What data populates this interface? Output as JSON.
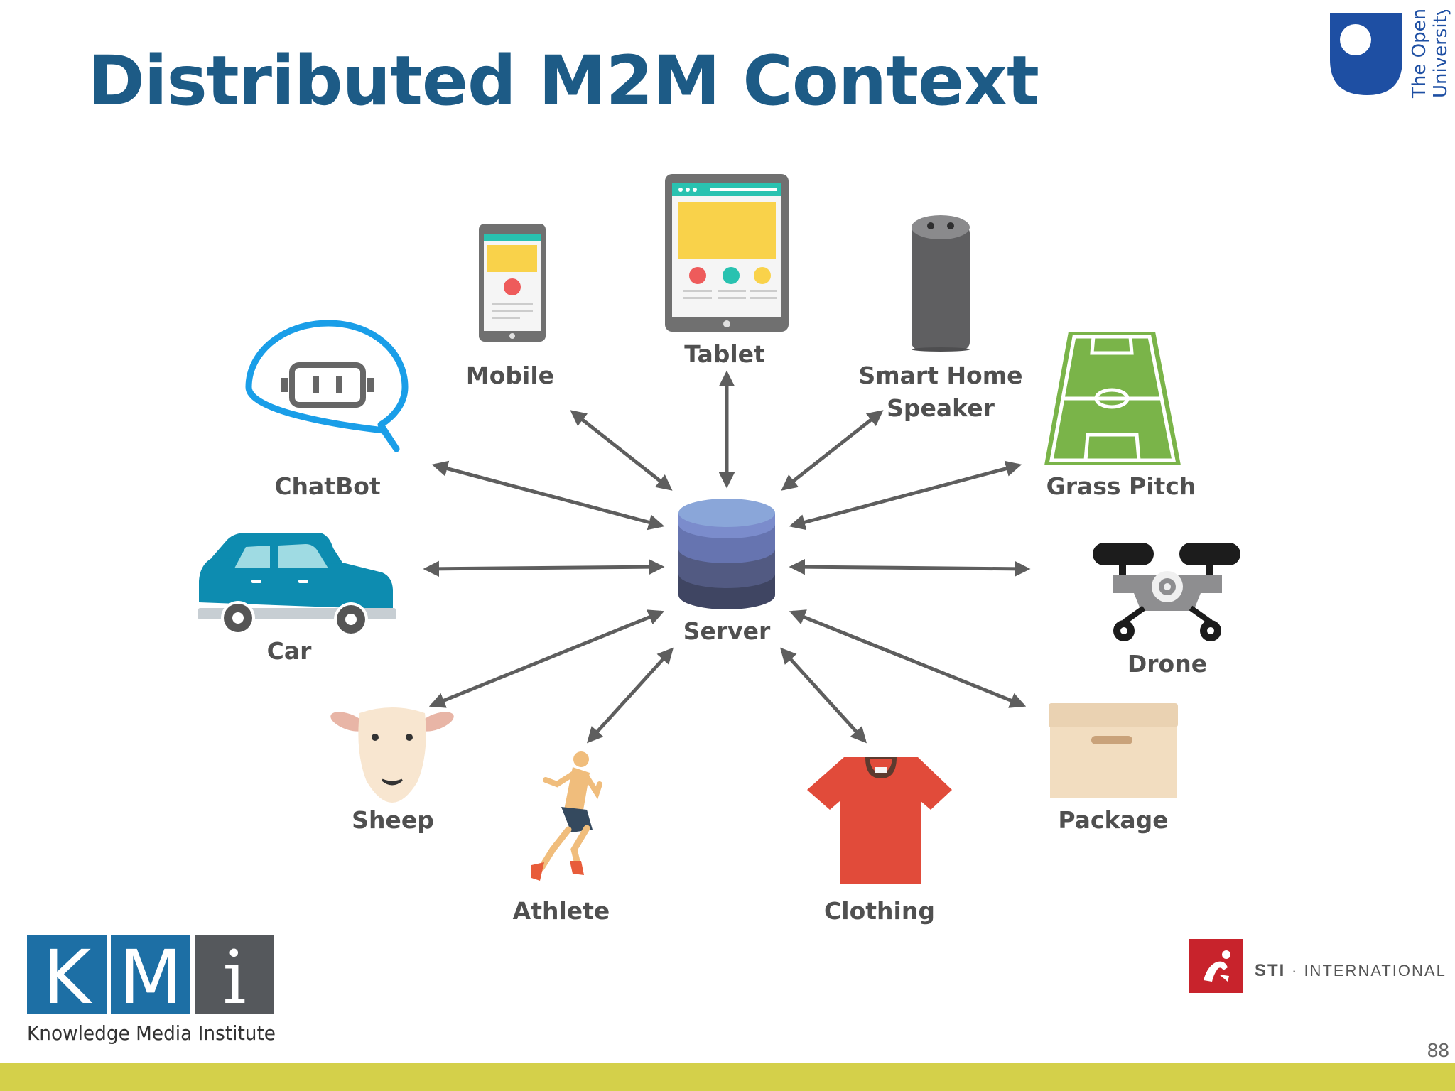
{
  "slide": {
    "title": "Distributed M2M Context",
    "page_number": "88"
  },
  "diagram": {
    "hub": {
      "label": "Server",
      "icon": "database-server-icon"
    },
    "nodes": [
      {
        "key": "chatbot",
        "label": "ChatBot",
        "icon": "chatbot-icon"
      },
      {
        "key": "mobile",
        "label": "Mobile",
        "icon": "mobile-phone-icon"
      },
      {
        "key": "tablet",
        "label": "Tablet",
        "icon": "tablet-icon"
      },
      {
        "key": "speaker",
        "label_lines": [
          "Smart Home",
          "Speaker"
        ],
        "icon": "smart-speaker-icon"
      },
      {
        "key": "pitch",
        "label": "Grass Pitch",
        "icon": "football-pitch-icon"
      },
      {
        "key": "car",
        "label": "Car",
        "icon": "car-icon"
      },
      {
        "key": "drone",
        "label": "Drone",
        "icon": "drone-icon"
      },
      {
        "key": "sheep",
        "label": "Sheep",
        "icon": "sheep-icon"
      },
      {
        "key": "athlete",
        "label": "Athlete",
        "icon": "runner-icon"
      },
      {
        "key": "clothing",
        "label": "Clothing",
        "icon": "t-shirt-icon"
      },
      {
        "key": "package",
        "label": "Package",
        "icon": "box-icon"
      }
    ],
    "edges": "bidirectional"
  },
  "logos": {
    "kmi": {
      "letters": [
        "K",
        "M",
        "i"
      ],
      "caption": "Knowledge Media Institute"
    },
    "sti": {
      "text_bold": "STI",
      "text_rest": "· INTERNATIONAL"
    },
    "open_university": {
      "line1": "The Open",
      "line2": "University"
    }
  },
  "colors": {
    "title": "#1d5b86",
    "label": "#505050",
    "arrow": "#5e5e5e",
    "footer_bar": "#d4d04a",
    "kmi_blue": "#1d6fa5",
    "kmi_grey": "#55585c",
    "ou_blue": "#1e4fa3",
    "sti_red": "#c8232c"
  }
}
